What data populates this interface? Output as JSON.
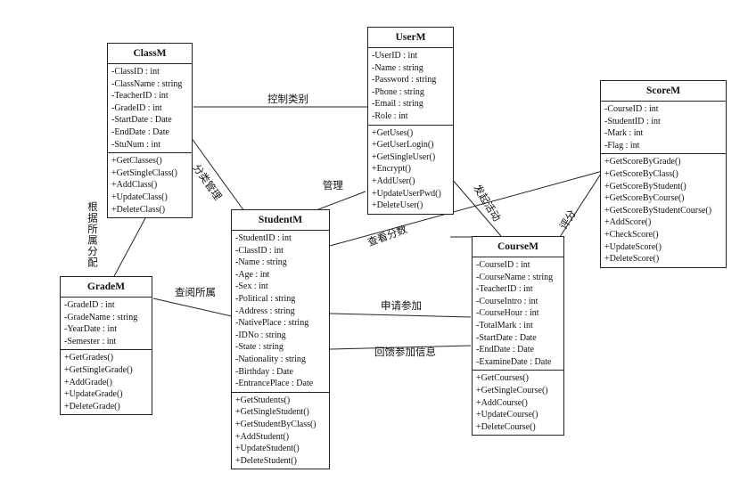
{
  "classes": {
    "classm": {
      "name": "ClassM",
      "attributes": [
        "-ClassID : int",
        "-ClassName : string",
        "-TeacherID : int",
        "-GradeID : int",
        "-StartDate : Date",
        "-EndDate : Date",
        "-StuNum : int"
      ],
      "methods": [
        "+GetClasses()",
        "+GetSingleClass()",
        "+AddClass()",
        "+UpdateClass()",
        "+DeleteClass()"
      ]
    },
    "userm": {
      "name": "UserM",
      "attributes": [
        "-UserID : int",
        "-Name : string",
        "-Password : string",
        "-Phone : string",
        "-Email : string",
        "-Role : int"
      ],
      "methods": [
        "+GetUses()",
        "+GetUserLogin()",
        "+GetSingleUser()",
        "+Encrypt()",
        "+AddUser()",
        "+UpdateUserPwd()",
        "+DeleteUser()"
      ]
    },
    "scorem": {
      "name": "ScoreM",
      "attributes": [
        "-CourseID : int",
        "-StudentID : int",
        "-Mark : int",
        "-Flag : int"
      ],
      "methods": [
        "+GetScoreByGrade()",
        "+GetScoreByClass()",
        "+GetScoreByStudent()",
        "+GetScoreByCourse()",
        "+GetScoreByStudentCourse()",
        "+AddScore()",
        "+CheckScore()",
        "+UpdateScore()",
        "+DeleteScore()"
      ]
    },
    "studentm": {
      "name": "StudentM",
      "attributes": [
        "-StudentID : int",
        "-ClassID : int",
        "-Name : string",
        "-Age : int",
        "-Sex : int",
        "-Political : string",
        "-Address : string",
        "-NativePlace : string",
        "-IDNo : string",
        "-State : string",
        "-Nationality : string",
        "-Birthday : Date",
        "-EntrancePlace : Date"
      ],
      "methods": [
        "+GetStudents()",
        "+GetSingleStudent()",
        "+GetStudentByClass()",
        "+AddStudent()",
        "+UpdateStudent()",
        "+DeleteStudent()"
      ]
    },
    "gradem": {
      "name": "GradeM",
      "attributes": [
        "-GradeID : int",
        "-GradeName : string",
        "-YearDate : int",
        "-Semester : int"
      ],
      "methods": [
        "+GetGrades()",
        "+GetSingleGrade()",
        "+AddGrade()",
        "+UpdateGrade()",
        "+DeleteGrade()"
      ]
    },
    "coursem": {
      "name": "CourseM",
      "attributes": [
        "-CourseID : int",
        "-CourseName : string",
        "-TeacherID : int",
        "-CourseIntro : int",
        "-CourseHour : int",
        "-TotalMark : int",
        "-StartDate : Date",
        "-EndDate : Date",
        "-ExamineDate : Date"
      ],
      "methods": [
        "+GetCourses()",
        "+GetSingleCourse()",
        "+AddCourse()",
        "+UpdateCourse()",
        "+DeleteCourse()"
      ]
    }
  },
  "relations": {
    "class_user": "控制类别",
    "class_student": "分类管理",
    "user_student": "管理",
    "user_course": "发起活动",
    "student_score": "查看分数",
    "course_score": "评分",
    "class_grade": "根据所属分配",
    "grade_student": "查阅所属",
    "student_course_apply": "申请参加",
    "student_course_feedback": "回馈参加信息"
  }
}
